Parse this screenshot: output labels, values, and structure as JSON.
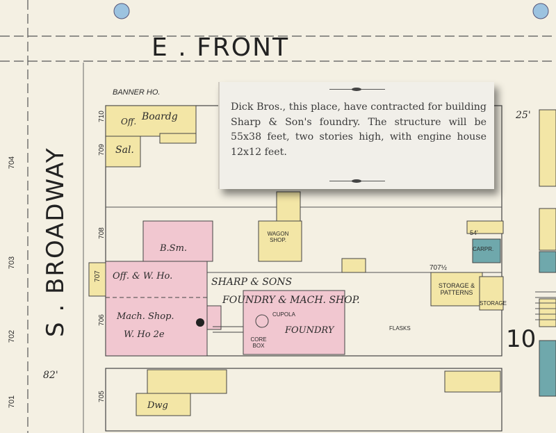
{
  "streets": {
    "front": "E . FRONT",
    "broadway": "S . BROADWAY"
  },
  "building_labels": {
    "banner": "BANNER HO.",
    "off": "Off.",
    "boardg": "Boardg",
    "sal": "Sal.",
    "bsm": "B.Sm.",
    "offwho": "Off. & W. Ho.",
    "machshop": "Mach. Shop.",
    "who2e": "W. Ho 2e",
    "sharp": "SHARP & SONS",
    "foundry_mach": "FOUNDRY & MACH. SHOP.",
    "foundry": "FOUNDRY",
    "cupola": "CUPOLA",
    "core": "CORE BOX",
    "wagon": "WAGON SHOP.",
    "flasks": "FLASKS",
    "storage": "STORAGE & PATTERNS",
    "storage2": "STORAGE",
    "carpr": "CARPR.",
    "dwg": "Dwg"
  },
  "addresses": [
    "710",
    "709",
    "708",
    "707",
    "706",
    "705",
    "704",
    "703",
    "702",
    "701",
    "707½"
  ],
  "dims": {
    "top": "25'",
    "bottom": "82'",
    "mid": "54'"
  },
  "sheet_number": "10",
  "clipping": {
    "text": "Dick Bros., this place, have contracted for building Sharp & Son's foundry. The structure will be 55x38 feet, two stories high, with engine house 12x12 feet."
  },
  "colors": {
    "paper": "#f4f0e3",
    "brick": "#f1c7d0",
    "frame": "#f3e6a6",
    "stone": "#6fa8ac",
    "hydrant": "#9cc3e0"
  }
}
